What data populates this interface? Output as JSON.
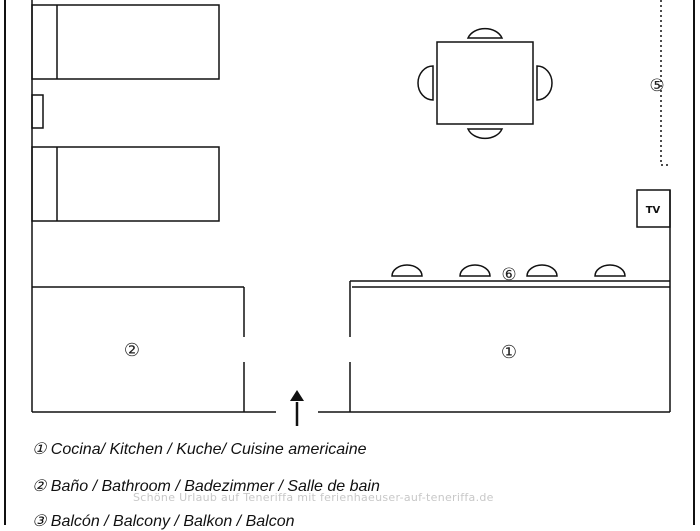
{
  "plan": {
    "room_numbers": {
      "kitchen": "①",
      "bathroom": "②",
      "wardrobe": "⑤",
      "counter": "⑥"
    },
    "tv_label": "TV"
  },
  "legend": [
    {
      "marker": "①",
      "text": "Cocina/ Kitchen / Kuche/ Cuisine americaine"
    },
    {
      "marker": "②",
      "text": "Baño / Bathroom / Badezimmer / Salle de bain"
    },
    {
      "marker": "③",
      "text": "Balcón / Balcony / Balkon / Balcon"
    }
  ],
  "watermark": "Schöne Urlaub auf Teneriffa mit ferienhaeuser-auf-teneriffa.de",
  "colors": {
    "line": "#111111",
    "paper": "#ffffff",
    "watermark": "#c8c8c8"
  }
}
